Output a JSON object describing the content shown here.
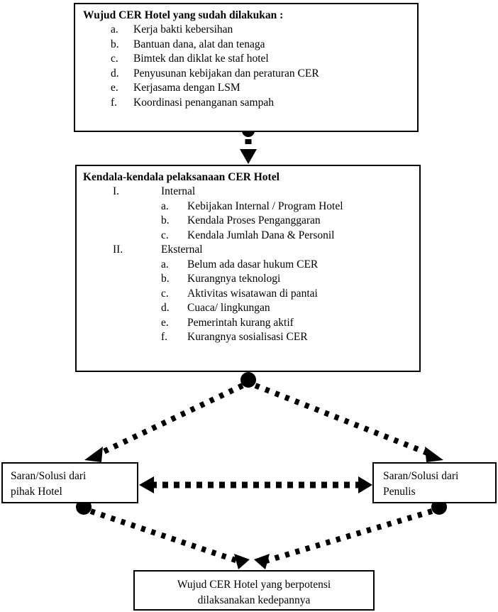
{
  "diagram": {
    "type": "flowchart",
    "stroke_color": "#000000",
    "background_color": "#ffffff",
    "connector_style": "dotted",
    "nodes": {
      "accomplished": {
        "title": "Wujud CER Hotel yang sudah dilakukan :",
        "items": [
          {
            "marker": "a.",
            "text": "Kerja bakti kebersihan"
          },
          {
            "marker": "b.",
            "text": "Bantuan dana, alat dan tenaga"
          },
          {
            "marker": "c.",
            "text": "Bimtek dan diklat ke staf hotel"
          },
          {
            "marker": "d.",
            "text": "Penyusunan kebijakan dan peraturan CER"
          },
          {
            "marker": "e.",
            "text": "Kerjasama dengan LSM"
          },
          {
            "marker": "f.",
            "text": "Koordinasi penanganan sampah"
          }
        ]
      },
      "constraints": {
        "title": "Kendala-kendala pelaksanaan CER Hotel",
        "groups": [
          {
            "marker": "I.",
            "label": "Internal",
            "items": [
              {
                "marker": "a.",
                "text": "Kebijakan Internal / Program Hotel"
              },
              {
                "marker": "b.",
                "text": "Kendala Proses Penganggaran"
              },
              {
                "marker": "c.",
                "text": "Kendala Jumlah Dana & Personil"
              }
            ]
          },
          {
            "marker": "II.",
            "label": "Eksternal",
            "items": [
              {
                "marker": "a.",
                "text": "Belum ada dasar hukum CER"
              },
              {
                "marker": "b.",
                "text": "Kurangnya teknologi"
              },
              {
                "marker": "c.",
                "text": "Aktivitas wisatawan di pantai"
              },
              {
                "marker": "d.",
                "text": "Cuaca/ lingkungan"
              },
              {
                "marker": "e.",
                "text": "Pemerintah kurang  aktif"
              },
              {
                "marker": "f.",
                "text": "Kurangnya sosialisasi CER"
              }
            ]
          }
        ]
      },
      "hotel_solution": {
        "line1": "Saran/Solusi dari",
        "line2": "pihak Hotel"
      },
      "author_solution": {
        "line1": "Saran/Solusi dari",
        "line2": "Penulis"
      },
      "potential": {
        "line1": "Wujud CER Hotel yang berpotensi",
        "line2": "dilaksanakan kedepannya"
      }
    },
    "connectors": [
      {
        "name": "accomplished-to-constraints",
        "from": "accomplished",
        "to": "constraints",
        "arrows": "end",
        "source_dot": true
      },
      {
        "name": "constraints-to-hotel-solution",
        "from": "constraints",
        "to": "hotel_solution",
        "arrows": "end",
        "source_dot": true
      },
      {
        "name": "constraints-to-author-solution",
        "from": "constraints",
        "to": "author_solution",
        "arrows": "end",
        "source_dot": true
      },
      {
        "name": "hotel-solution-to-author-solution",
        "from": "hotel_solution",
        "to": "author_solution",
        "arrows": "both",
        "source_dot": false
      },
      {
        "name": "hotel-solution-to-potential",
        "from": "hotel_solution",
        "to": "potential",
        "arrows": "end",
        "source_dot": true
      },
      {
        "name": "author-solution-to-potential",
        "from": "author_solution",
        "to": "potential",
        "arrows": "end",
        "source_dot": true
      }
    ]
  }
}
